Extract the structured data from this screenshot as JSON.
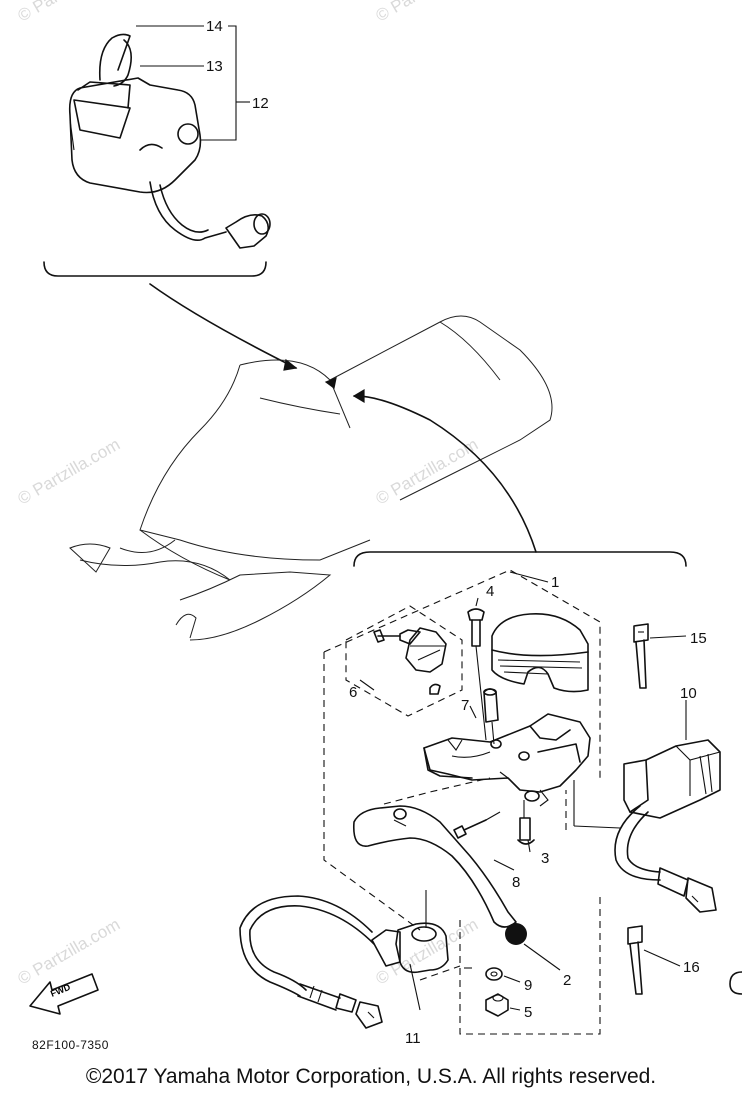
{
  "watermark": "© Partzilla.com",
  "callouts": {
    "c1": "1",
    "c2": "2",
    "c3": "3",
    "c4": "4",
    "c5": "5",
    "c6": "6",
    "c7": "7",
    "c8": "8",
    "c9": "9",
    "c10": "10",
    "c11": "11",
    "c12": "12",
    "c13": "13",
    "c14": "14",
    "c15": "15",
    "c16": "16"
  },
  "fwd_label": "FWD",
  "diagram_code": "82F100-7350",
  "copyright": "©2017 Yamaha Motor Corporation, U.S.A. All rights reserved."
}
